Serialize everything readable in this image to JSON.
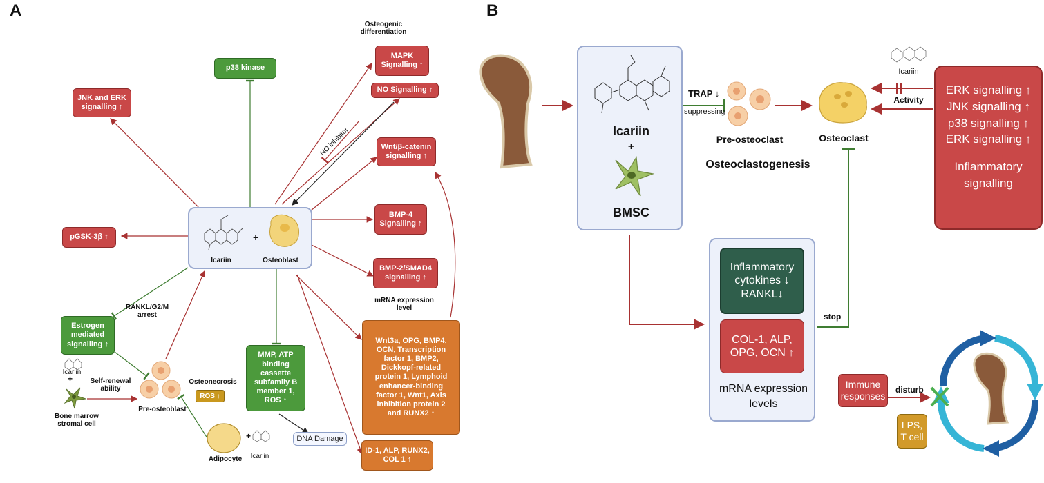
{
  "panel_a": {
    "letter": "A",
    "osteogenic_label": "Osteogenic\ndifferentiation",
    "mapk": "MAPK\nSignalling ↑",
    "no_signalling": "NO Signalling ↑",
    "p38": "p38 kinase",
    "jnk_erk": "JNK and ERK\nsignalling ↑",
    "no_inhibitor": "NO inhibitor",
    "wnt": "Wnt/β-catenin\nsignalling ↑",
    "bmp4": "BMP-4\nSignalling ↑",
    "pgsk": "pGSK-3β ↑",
    "bmp2": "BMP-2/SMAD4\nsignalling ↑",
    "mrna_label": "mRNA expression\nlevel",
    "icariin_label": "Icariin",
    "osteoblast_label": "Osteoblast",
    "plus": "+",
    "rankl_label": "RANKL/G2/M\narrest",
    "estrogen": "Estrogen\nmediated\nsignalling ↑",
    "mmp": "MMP, ATP\nbinding\ncassette\nsubfamily B\nmember 1,\nROS ↑",
    "wnt3a": "Wnt3a, OPG, BMP4,\nOCN, Transcription\nfactor 1, BMP2,\nDickkopf-related\nprotein 1, Lymphoid\nenhancer-binding\nfactor 1, Wnt1, Axis\ninhibition protein 2\nand RUNX2 ↑",
    "id1": "ID-1, ALP, RUNX2,\nCOL 1 ↑",
    "dna_damage": "DNA Damage",
    "osteonecrosis": "Osteonecrosis",
    "ros": "ROS ↑",
    "icariin_small": "Icariin",
    "self_renewal": "Self-renewal\nability",
    "bmsc": "Bone marrow\nstromal cell",
    "pre_osteoblast": "Pre-osteoblast",
    "adipocyte": "Adipocyte",
    "icariin_adipo": "Icariin"
  },
  "panel_b": {
    "letter": "B",
    "icariin": "Icariin",
    "plus": "+",
    "bmsc": "BMSC",
    "trap": "TRAP ↓",
    "suppressing": "suppressing",
    "pre_osteoclast": "Pre-osteoclast",
    "osteoclastogenesis": "Osteoclastogenesis",
    "osteoclast": "Osteoclast",
    "icariin_top": "Icariin",
    "activity": "Activity",
    "signalling_list": [
      "ERK signalling ↑",
      "JNK signalling ↑",
      "p38 signalling ↑",
      "ERK signalling ↑"
    ],
    "inflammatory_signalling": "Inflammatory\nsignalling",
    "inflammatory_cytokines": "Inflammatory\ncytokines ↓\nRANKL↓",
    "col1": "COL-1, ALP,\nOPG, OCN ↑",
    "mrna_levels": "mRNA expression\nlevels",
    "stop": "stop",
    "immune": "Immune\nresponses",
    "disturb": "disturb",
    "lps": "LPS,\nT cell"
  },
  "colors": {
    "red_box": "#c94848",
    "green_box": "#4c9a3c",
    "orange_box": "#d8792f",
    "arrow_red": "#a83232",
    "arrow_green": "#3f7d32",
    "cycle_dark": "#1f5fa3",
    "cycle_light": "#36b5d6"
  }
}
